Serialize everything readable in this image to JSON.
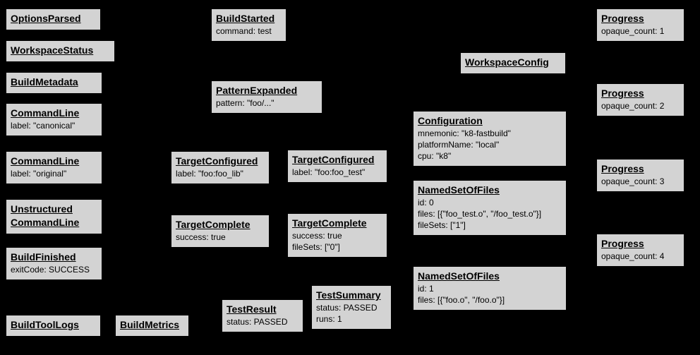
{
  "diagram": {
    "colors": {
      "background": "#000000",
      "node_fill": "#d3d3d3",
      "node_text": "#000000"
    },
    "nodes": [
      {
        "title": "OptionsParsed",
        "lines": []
      },
      {
        "title": "WorkspaceStatus",
        "lines": []
      },
      {
        "title": "BuildMetadata",
        "lines": []
      },
      {
        "title": "CommandLine",
        "lines": [
          "label: \"canonical\""
        ]
      },
      {
        "title": "CommandLine",
        "lines": [
          "label: \"original\""
        ]
      },
      {
        "title": "Unstructured CommandLine",
        "lines": []
      },
      {
        "title": "BuildFinished",
        "lines": [
          "exitCode: SUCCESS"
        ]
      },
      {
        "title": "BuildToolLogs",
        "lines": []
      },
      {
        "title": "BuildMetrics",
        "lines": []
      },
      {
        "title": "BuildStarted",
        "lines": [
          "command: test"
        ]
      },
      {
        "title": "PatternExpanded",
        "lines": [
          "pattern: \"foo/...\""
        ]
      },
      {
        "title": "TargetConfigured",
        "lines": [
          "label: \"foo:foo_lib\""
        ]
      },
      {
        "title": "TargetComplete",
        "lines": [
          "success: true"
        ]
      },
      {
        "title": "TestResult",
        "lines": [
          "status: PASSED"
        ]
      },
      {
        "title": "TargetConfigured",
        "lines": [
          "label: \"foo:foo_test\""
        ]
      },
      {
        "title": "TargetComplete",
        "lines": [
          "success: true",
          "fileSets: [\"0\"]"
        ]
      },
      {
        "title": "TestSummary",
        "lines": [
          "status: PASSED",
          "runs: 1"
        ]
      },
      {
        "title": "WorkspaceConfig",
        "lines": []
      },
      {
        "title": "Configuration",
        "lines": [
          "mnemonic: \"k8-fastbuild\"",
          "platformName: \"local\"",
          "cpu: \"k8\""
        ]
      },
      {
        "title": "NamedSetOfFiles",
        "lines": [
          "id: 0",
          "files: [{\"foo_test.o\", \"/foo_test.o\"}]",
          "fileSets: [\"1\"]"
        ]
      },
      {
        "title": "NamedSetOfFiles",
        "lines": [
          "id: 1",
          "files: [{\"foo.o\", \"/foo.o\"}]"
        ]
      },
      {
        "title": "Progress",
        "lines": [
          "opaque_count: 1"
        ]
      },
      {
        "title": "Progress",
        "lines": [
          "opaque_count: 2"
        ]
      },
      {
        "title": "Progress",
        "lines": [
          "opaque_count: 3"
        ]
      },
      {
        "title": "Progress",
        "lines": [
          "opaque_count: 4"
        ]
      }
    ]
  }
}
